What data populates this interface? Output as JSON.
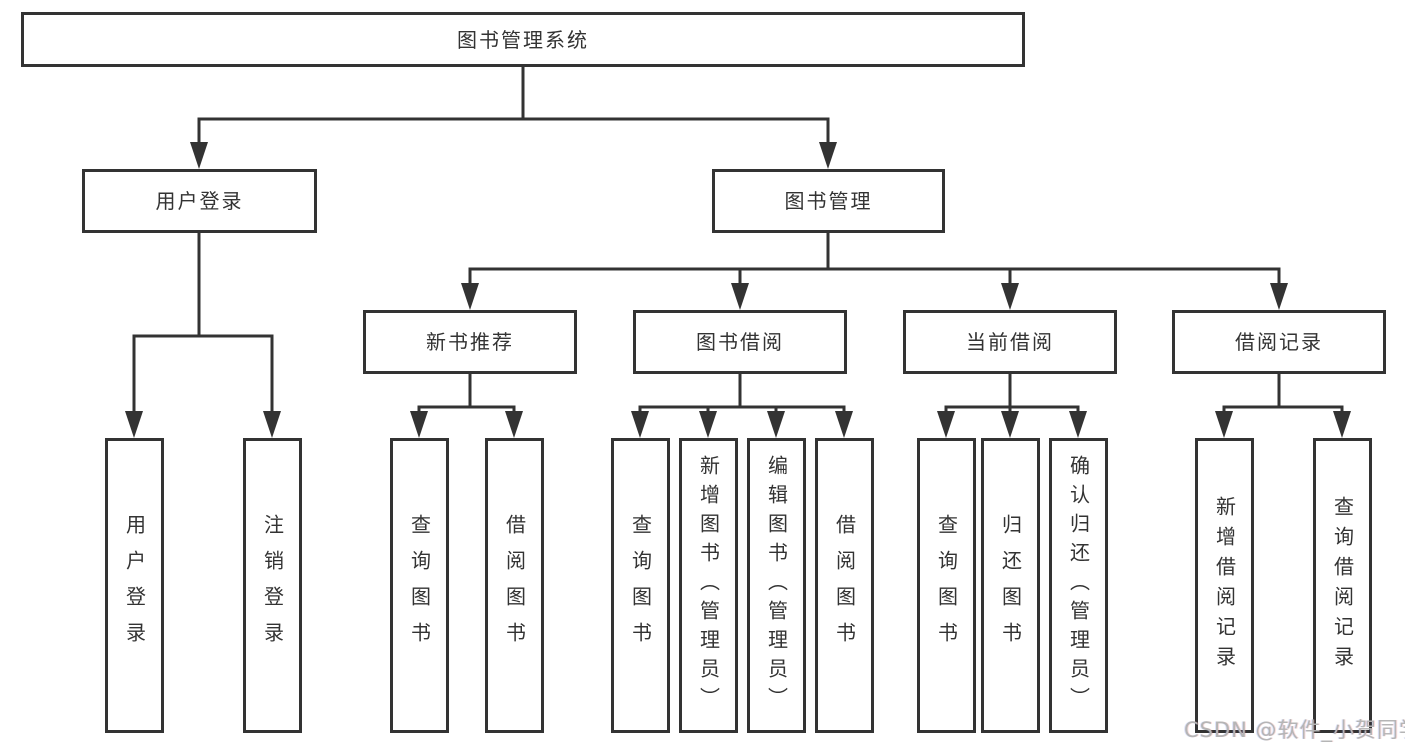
{
  "tree": {
    "label": "图书管理系统",
    "children": [
      {
        "label": "用户登录",
        "children": [
          {
            "label": "用户登录"
          },
          {
            "label": "注销登录"
          }
        ]
      },
      {
        "label": "图书管理",
        "children": [
          {
            "label": "新书推荐",
            "children": [
              {
                "label": "查询图书"
              },
              {
                "label": "借阅图书"
              }
            ]
          },
          {
            "label": "图书借阅",
            "children": [
              {
                "label": "查询图书"
              },
              {
                "label": "新增图书（管理员）"
              },
              {
                "label": "编辑图书（管理员）"
              },
              {
                "label": "借阅图书"
              }
            ]
          },
          {
            "label": "当前借阅",
            "children": [
              {
                "label": "查询图书"
              },
              {
                "label": "归还图书"
              },
              {
                "label": "确认归还（管理员）"
              }
            ]
          },
          {
            "label": "借阅记录",
            "children": [
              {
                "label": "新增借阅记录"
              },
              {
                "label": "查询借阅记录"
              }
            ]
          }
        ]
      }
    ]
  },
  "watermark": {
    "text": "CSDN @软件_小贺同学"
  },
  "colors": {
    "line": "#333333",
    "text": "#333333",
    "box_background": "#ffffff",
    "watermark": "#b5b5b5",
    "background": "#ffffff"
  }
}
